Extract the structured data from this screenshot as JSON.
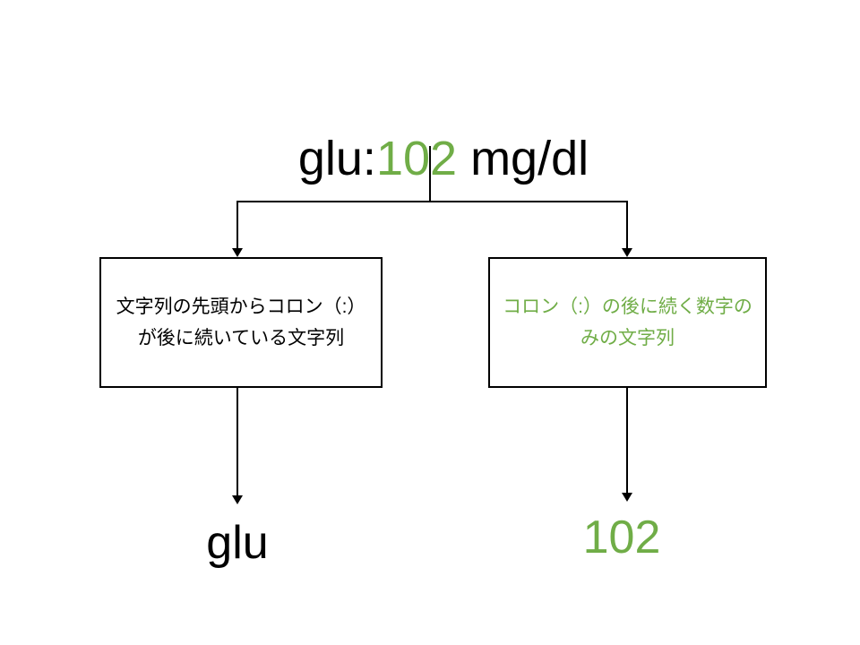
{
  "colors": {
    "highlight_green": "#70AD47",
    "text_black": "#000000",
    "background": "#ffffff"
  },
  "title": {
    "prefix": "glu:",
    "highlight": "102",
    "suffix": " mg/dl"
  },
  "left_branch": {
    "box_line1": "文字列の先頭からコロン（:）",
    "box_line2": "が後に続いている文字列",
    "result": "glu"
  },
  "right_branch": {
    "box_line1": "コロン（:）の後に続く数字の",
    "box_line2": "みの文字列",
    "result": "102"
  }
}
